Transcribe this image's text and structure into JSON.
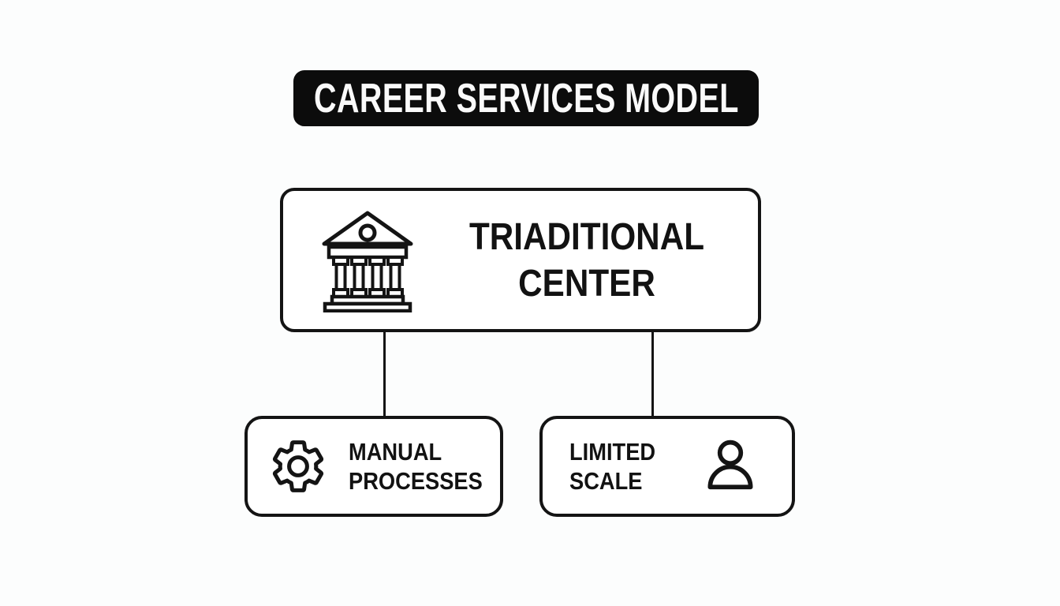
{
  "meta": {
    "background_color": "#fcfdfd",
    "ink_color": "#141414",
    "node_fill": "#ffffff",
    "title_bg": "#0c0c0c",
    "title_fg": "#fafafa"
  },
  "title": {
    "label": "CAREER SERVICES MODEL"
  },
  "diagram": {
    "root": {
      "line1": "TRIADITIONAL",
      "line2": "CENTER",
      "icon": "bank-icon"
    },
    "children": [
      {
        "line1": "MANUAL",
        "line2": "PROCESSES",
        "icon": "gear-icon",
        "icon_position": "left"
      },
      {
        "line1": "LIMITED",
        "line2": "SCALE",
        "icon": "person-icon",
        "icon_position": "right"
      }
    ]
  }
}
